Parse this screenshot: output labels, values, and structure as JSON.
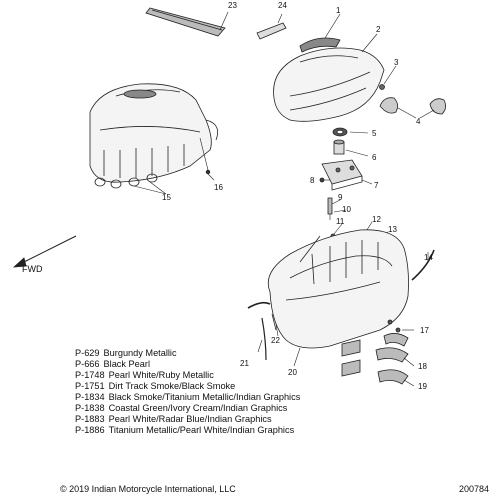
{
  "callouts": [
    "1",
    "2",
    "3",
    "4",
    "5",
    "6",
    "7",
    "8",
    "9",
    "10",
    "11",
    "12",
    "13",
    "14",
    "15",
    "16",
    "17",
    "18",
    "19",
    "20",
    "21",
    "22",
    "23",
    "24"
  ],
  "direction_label": "FWD",
  "legend": [
    {
      "code": "P-629",
      "name": "Burgundy Metallic"
    },
    {
      "code": "P-666",
      "name": "Black Pearl"
    },
    {
      "code": "P-1748",
      "name": "Pearl White/Ruby Metallic"
    },
    {
      "code": "P-1751",
      "name": "Dirt Track Smoke/Black Smoke"
    },
    {
      "code": "P-1834",
      "name": "Black Smoke/Titanium Metallic/Indian Graphics"
    },
    {
      "code": "P-1838",
      "name": "Coastal Green/Ivory Cream/Indian Graphics"
    },
    {
      "code": "P-1883",
      "name": "Pearl White/Radar Blue/Indian Graphics"
    },
    {
      "code": "P-1886",
      "name": "Titanium Metallic/Pearl White/Indian Graphics"
    }
  ],
  "footer": {
    "copyright": "© 2019 Indian Motorcycle International, LLC",
    "diagram_number": "200784"
  }
}
